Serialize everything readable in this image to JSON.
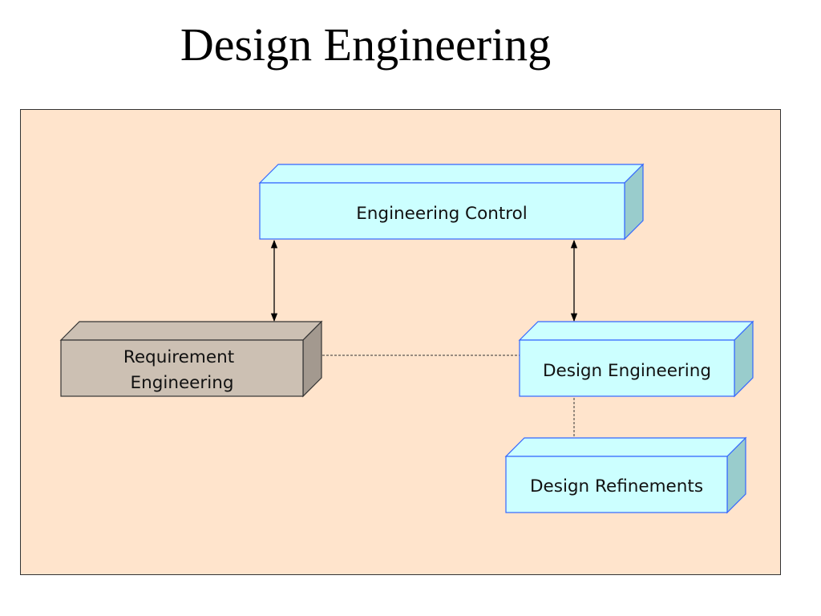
{
  "slide": {
    "title": "Design Engineering"
  },
  "diagram": {
    "boxes": {
      "engineering_control": {
        "label": "Engineering Control"
      },
      "requirement_engineering": {
        "label_line1": "Requirement",
        "label_line2": "Engineering"
      },
      "design_engineering": {
        "label": "Design Engineering"
      },
      "design_refinements": {
        "label": "Design Refinements"
      }
    },
    "colors": {
      "panel_background": "#ffe4cc",
      "box_face_cyan": "#ccffff",
      "box_side_cyan": "#99cccc",
      "box_border_blue": "#3366ff",
      "box_face_tan": "#ccc0b3",
      "box_side_tan": "#a3998f",
      "box_border_dark": "#333333"
    }
  }
}
